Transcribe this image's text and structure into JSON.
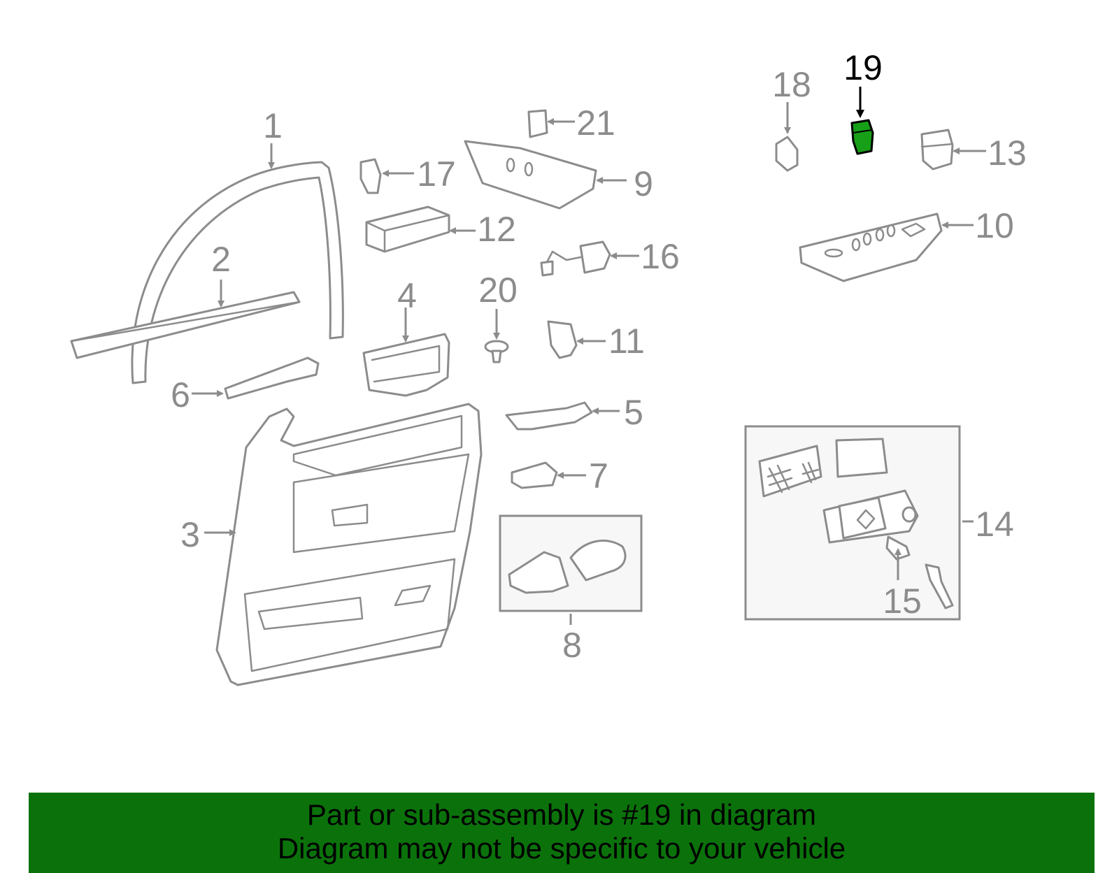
{
  "callouts": {
    "c1": "1",
    "c2": "2",
    "c3": "3",
    "c4": "4",
    "c5": "5",
    "c6": "6",
    "c7": "7",
    "c8": "8",
    "c9": "9",
    "c10": "10",
    "c11": "11",
    "c12": "12",
    "c13": "13",
    "c14": "14",
    "c15": "15",
    "c16": "16",
    "c17": "17",
    "c18": "18",
    "c19": "19",
    "c20": "20",
    "c21": "21"
  },
  "highlighted_part": "19",
  "colors": {
    "banner_bg": "#0b720b",
    "highlight_part": "#17a017",
    "part_stroke": "#8c8c8c"
  },
  "banner": {
    "line1": "Part or sub-assembly is #19 in diagram",
    "line2": "Diagram may not be specific to your vehicle"
  }
}
